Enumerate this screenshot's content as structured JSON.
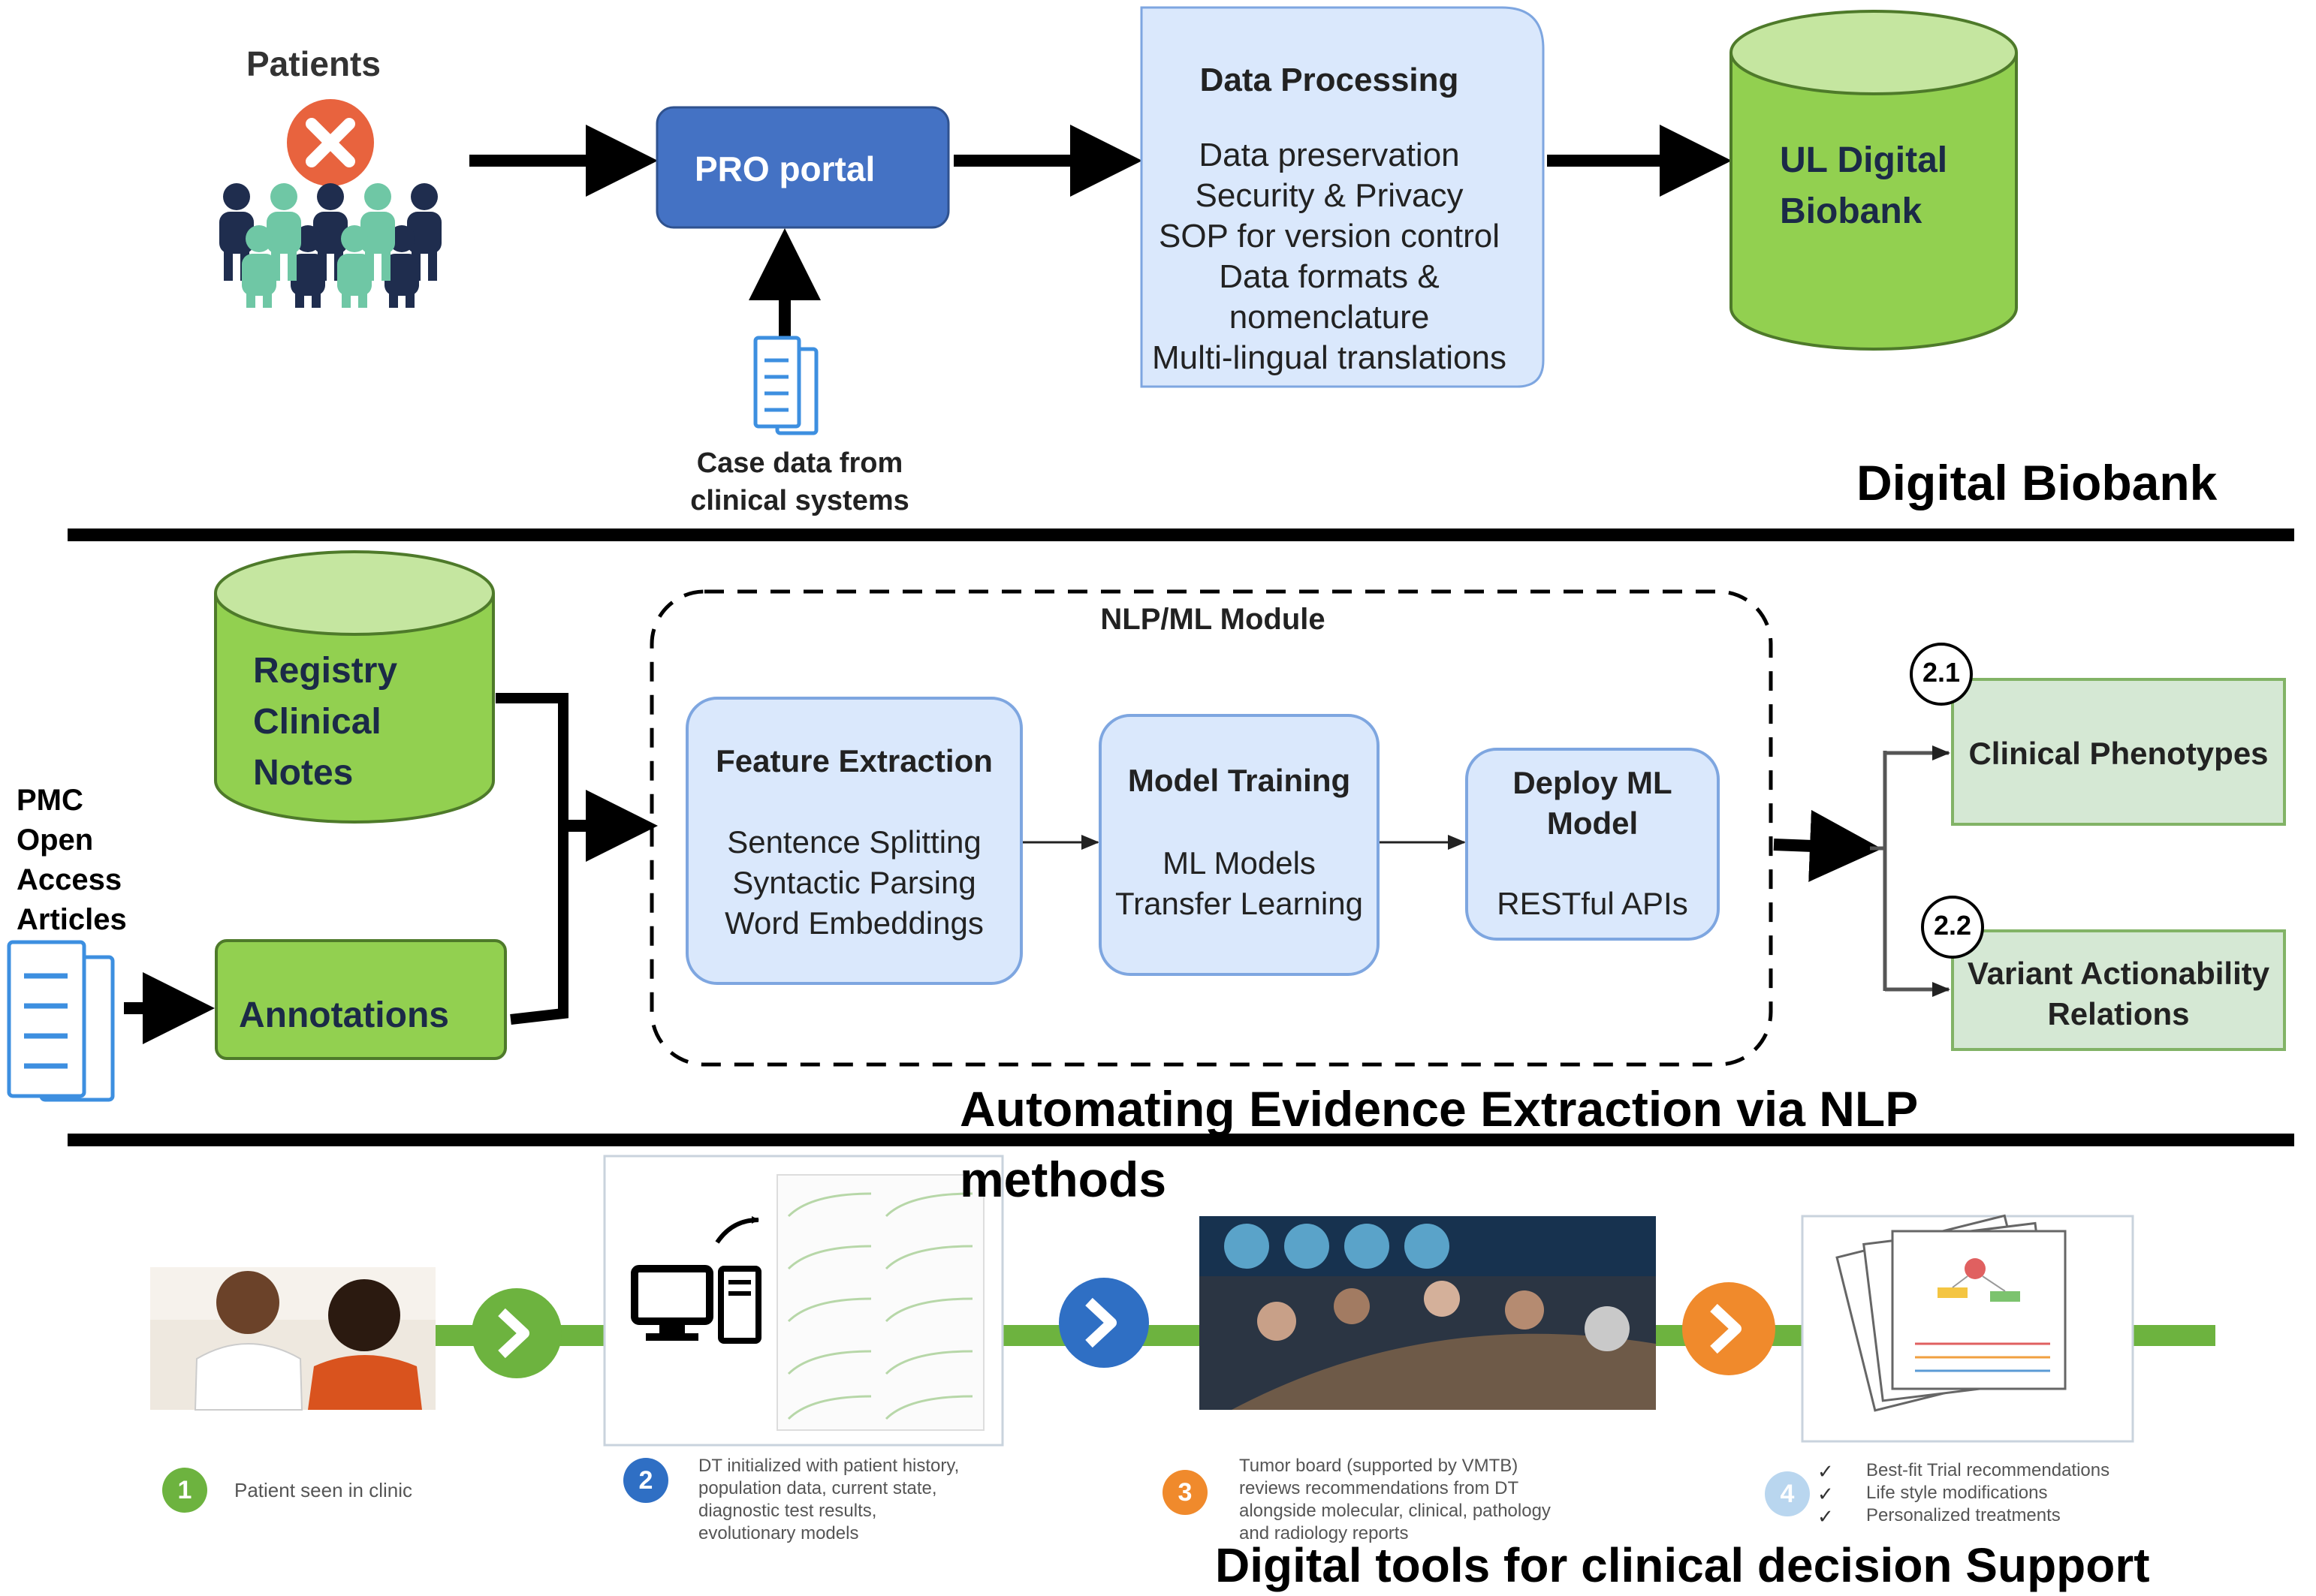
{
  "section1": {
    "patients_label": "Patients",
    "pro_portal_label": "PRO portal",
    "case_data_label": "Case data from\nclinical systems",
    "data_processing": {
      "title": "Data Processing",
      "items": [
        "Data preservation",
        "Security & Privacy",
        "SOP for version control",
        "Data formats &",
        "nomenclature",
        "Multi-lingual translations"
      ]
    },
    "biobank_db_label": "UL Digital\nBiobank",
    "section_title": "Digital Biobank"
  },
  "section2": {
    "registry_label": "Registry\nClinical\nNotes",
    "pmc_label": "PMC\nOpen\nAccess\nArticles",
    "annotations_label": "Annotations",
    "module_title": "NLP/ML Module",
    "feature_extraction": {
      "title": "Feature Extraction",
      "items": [
        "Sentence Splitting",
        "Syntactic Parsing",
        "Word Embeddings"
      ]
    },
    "model_training": {
      "title": "Model Training",
      "items": [
        "ML Models",
        "Transfer Learning"
      ]
    },
    "deploy_model": {
      "title": "Deploy ML\nModel",
      "items": [
        "RESTful APIs"
      ]
    },
    "output1": {
      "badge": "2.1",
      "label": "Clinical Phenotypes"
    },
    "output2": {
      "badge": "2.2",
      "label": "Variant Actionability\nRelations"
    },
    "section_title": "Automating Evidence Extraction via NLP\nmethods"
  },
  "section3": {
    "steps": [
      {
        "number": "1",
        "text": "Patient seen in clinic",
        "color": "#6db33f"
      },
      {
        "number": "2",
        "text": "DT initialized with patient history,\npopulation data, current state,\ndiagnostic test results,\nevolutionary models",
        "color": "#2f6fc4"
      },
      {
        "number": "3",
        "text": "Tumor board (supported by VMTB)\nreviews recommendations from DT\nalongside molecular, clinical, pathology\nand radiology reports",
        "color": "#f08a2c"
      },
      {
        "number": "4",
        "text": "",
        "color": "#b9d6ef"
      }
    ],
    "step4_items": [
      "Best-fit Trial recommendations",
      "Life style modifications",
      "Personalized treatments"
    ],
    "check_mark": "✓",
    "section_title": "Digital tools for clinical decision Support"
  },
  "colors": {
    "green_fill": "#92d050",
    "green_top": "#c5e6a0",
    "blue_box": "#4472c4",
    "light_blue": "#dae8fc",
    "light_green": "#d5e8d4",
    "arrow_green": "#6db33f"
  }
}
